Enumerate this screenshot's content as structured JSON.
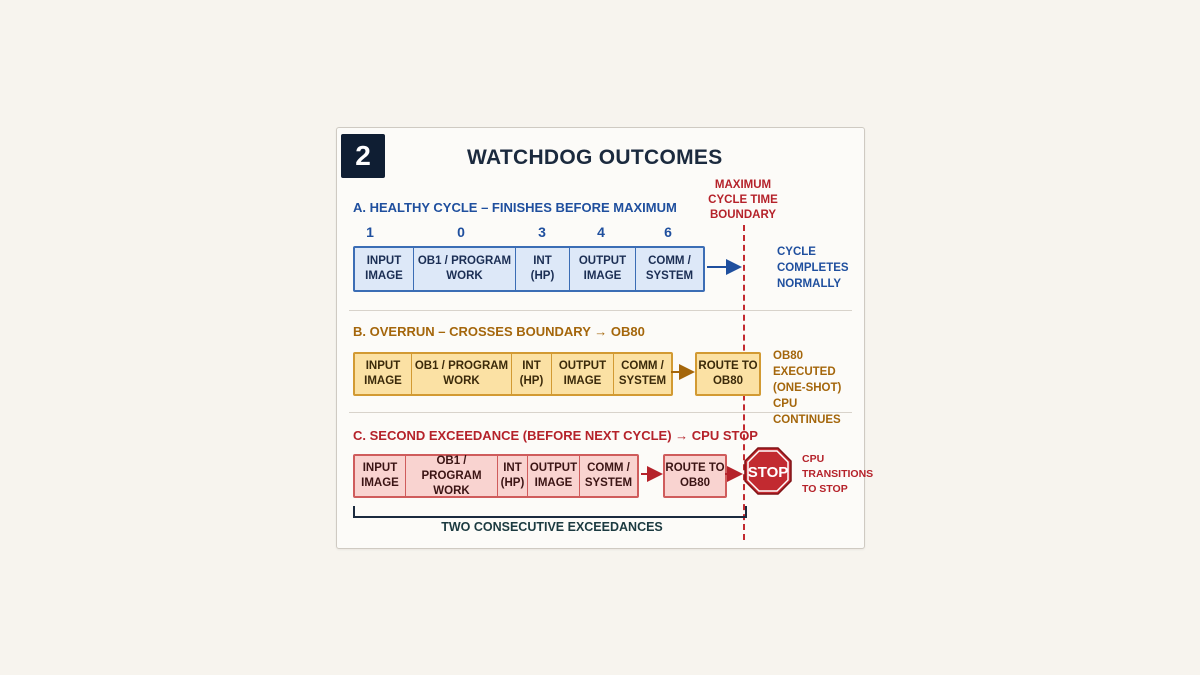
{
  "badge": "2",
  "title": "WATCHDOG OUTCOMES",
  "boundary_label": [
    "MAXIMUM",
    "CYCLE TIME",
    "BOUNDARY"
  ],
  "section_a": {
    "heading": "A. HEALTHY CYCLE – FINISHES BEFORE MAXIMUM",
    "numbers": [
      "1",
      "0",
      "3",
      "4",
      "6"
    ],
    "segments": [
      [
        "INPUT",
        "IMAGE"
      ],
      [
        "OB1 / PROGRAM",
        "WORK"
      ],
      [
        "INT",
        "(HP)"
      ],
      [
        "OUTPUT",
        "IMAGE"
      ],
      [
        "COMM /",
        "SYSTEM"
      ]
    ],
    "note": [
      "CYCLE",
      "COMPLETES",
      "NORMALLY"
    ]
  },
  "section_b": {
    "heading": "B. OVERRUN – CROSSES BOUNDARY → OB80",
    "segments": [
      [
        "INPUT",
        "IMAGE"
      ],
      [
        "OB1 / PROGRAM",
        "WORK"
      ],
      [
        "INT",
        "(HP)"
      ],
      [
        "OUTPUT",
        "IMAGE"
      ],
      [
        "COMM /",
        "SYSTEM"
      ]
    ],
    "route": [
      "ROUTE TO",
      "OB80"
    ],
    "note": [
      "OB80 EXECUTED",
      "(ONE-SHOT)",
      "CPU CONTINUES"
    ]
  },
  "section_c": {
    "heading": "C. SECOND EXCEEDANCE (BEFORE NEXT CYCLE) → CPU STOP",
    "segments": [
      [
        "INPUT",
        "IMAGE"
      ],
      [
        "OB1 / PROGRAM",
        "WORK"
      ],
      [
        "INT",
        "(HP)"
      ],
      [
        "OUTPUT",
        "IMAGE"
      ],
      [
        "COMM /",
        "SYSTEM"
      ]
    ],
    "route": [
      "ROUTE TO",
      "OB80"
    ],
    "stop": "STOP",
    "note": [
      "CPU",
      "TRANSITIONS",
      "TO STOP"
    ]
  },
  "bracket_label": "TWO CONSECUTIVE EXCEEDANCES",
  "colors": {
    "blue": "#3b6db5",
    "yellow": "#d29a33",
    "red": "#c22a30",
    "navy": "#0f1e33"
  }
}
